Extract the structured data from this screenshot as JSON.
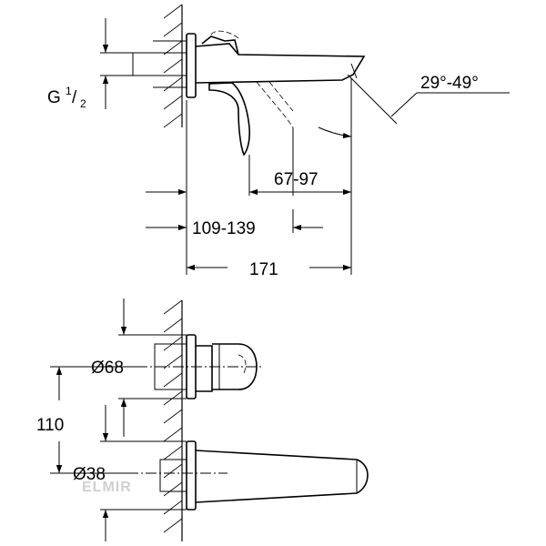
{
  "dimensions": {
    "thread_prefix": "G",
    "thread_numerator": "1",
    "thread_slash": "/",
    "thread_denominator": "2",
    "spout_angle": "29°-49°",
    "lever_to_spout": "67-97",
    "projection_range": "109-139",
    "total_length": "171",
    "rosette_diameter": "Ø68",
    "centre_distance": "110",
    "spout_diameter": "Ø38"
  },
  "watermark": "ELMIR"
}
